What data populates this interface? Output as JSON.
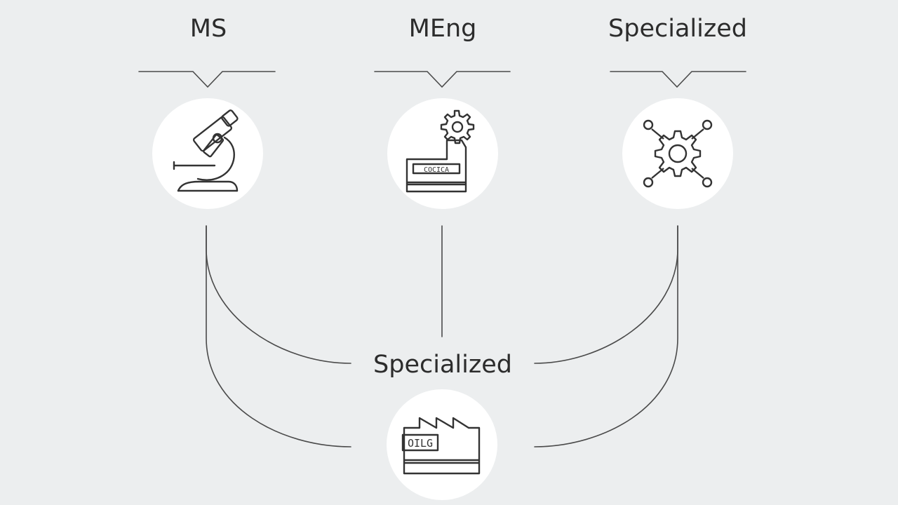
{
  "nodes": {
    "ms": {
      "label": "MS",
      "icon": "microscope-icon"
    },
    "meng": {
      "label": "MEng",
      "icon": "factory-gear-icon",
      "icon_text": "COCICA"
    },
    "specialized_top": {
      "label": "Specialized",
      "icon": "gear-network-icon"
    },
    "specialized_center": {
      "label": "Specialized",
      "icon": "factory-icon",
      "icon_text": "OILG"
    }
  },
  "colors": {
    "background": "#eceeef",
    "line": "#4a4a4a",
    "circle_fill": "#ffffff",
    "text": "#2c2c2c"
  }
}
